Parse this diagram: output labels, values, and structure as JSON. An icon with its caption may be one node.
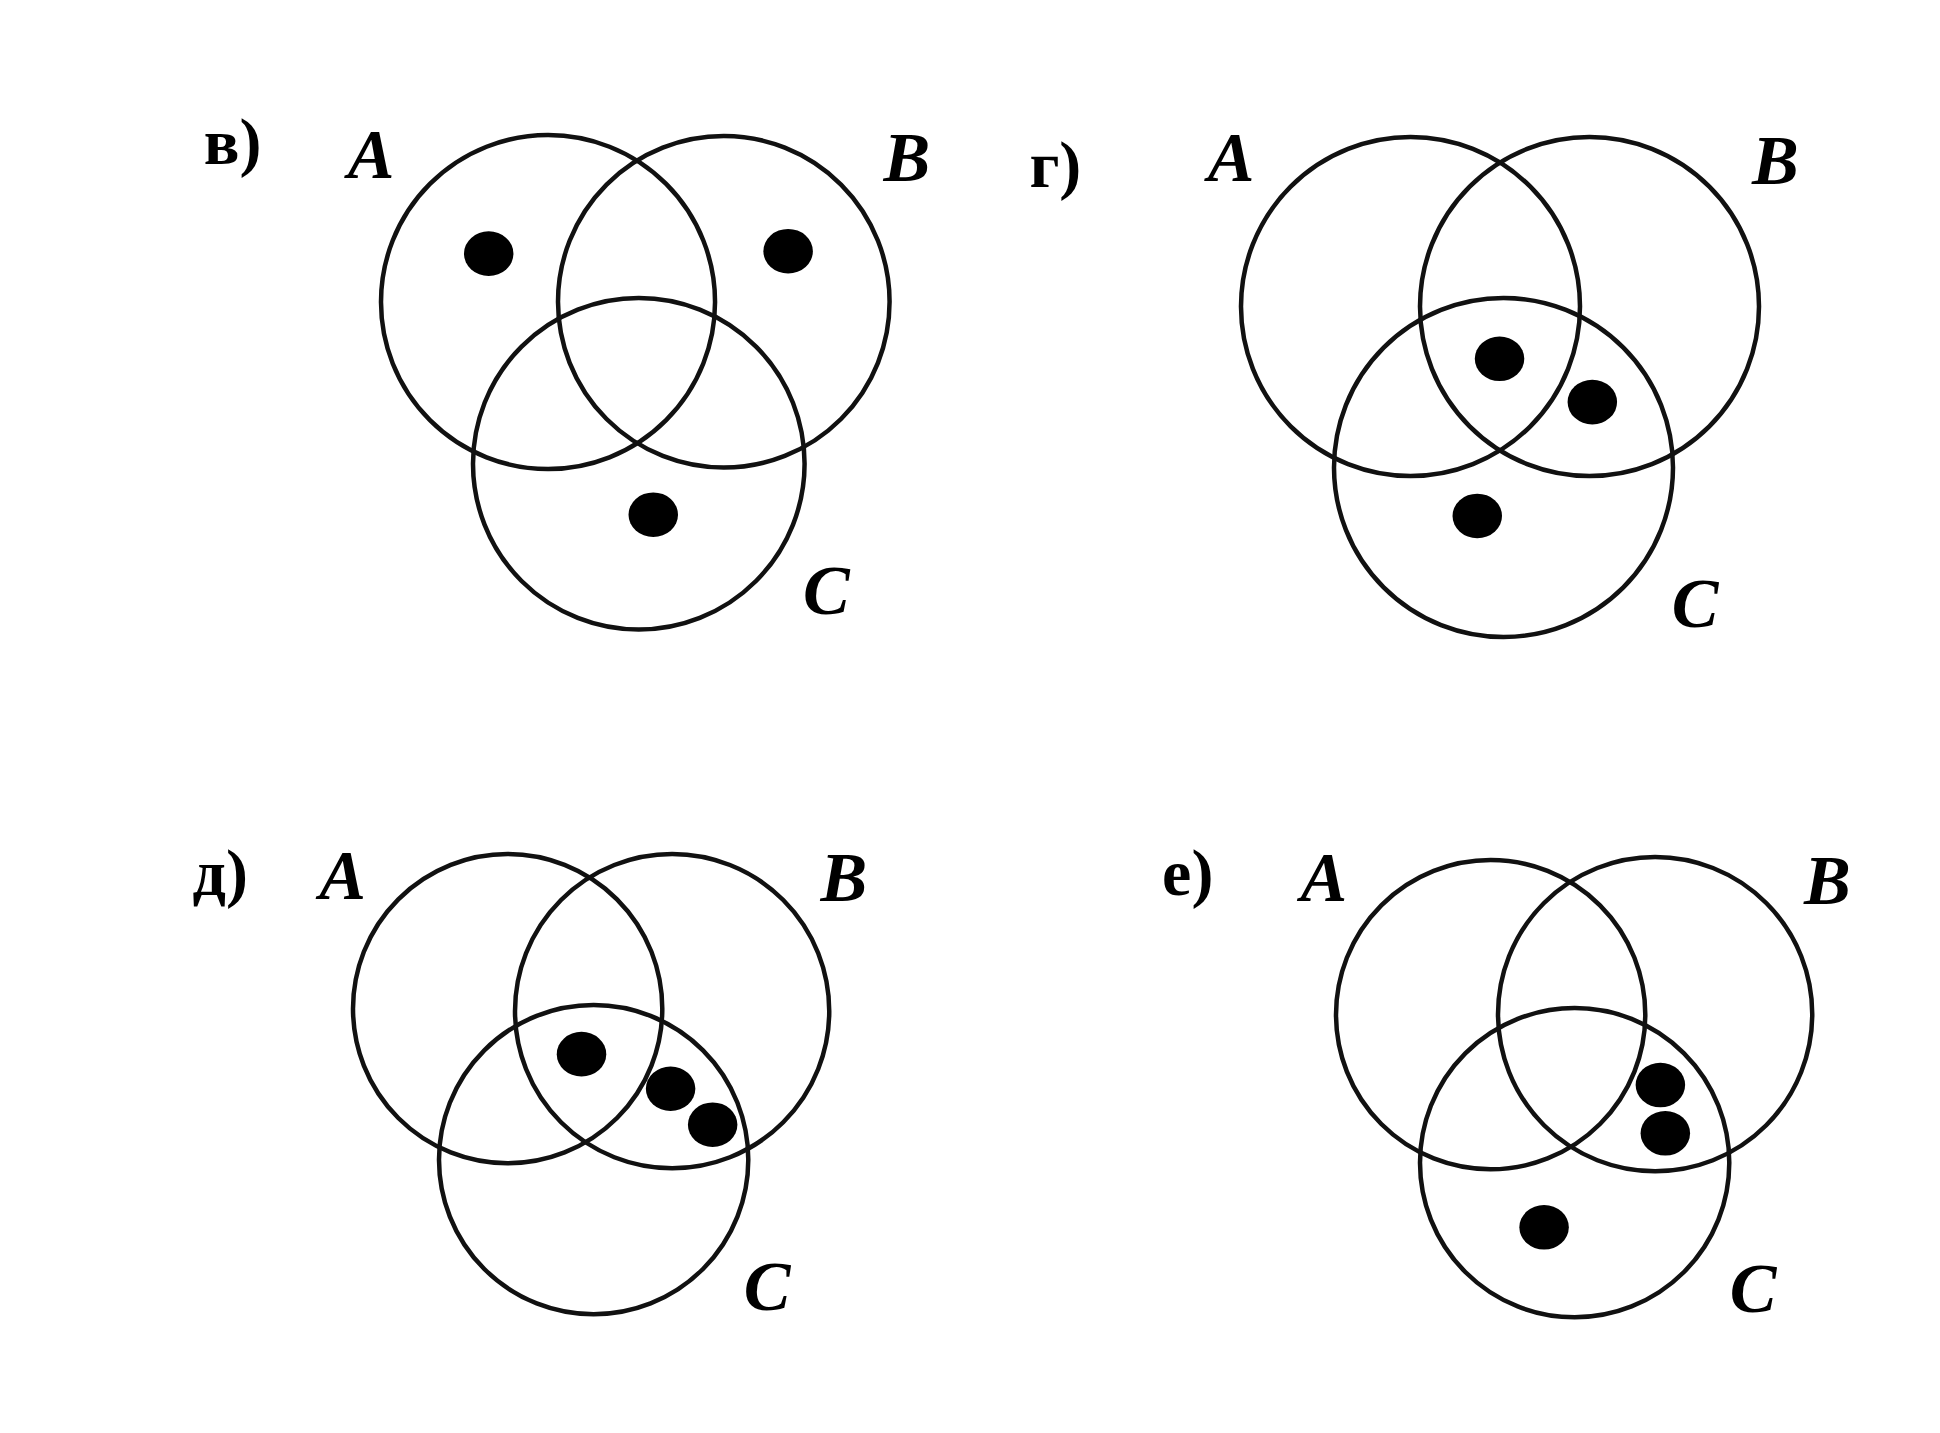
{
  "diagram": {
    "nodes": [
      {
        "text": [
          "A"
        ]
      },
      {
        "text": [
          "B"
        ]
      },
      {
        "text": [
          "C"
        ]
      },
      {
        "text": [
          "A"
        ]
      },
      {
        "text": [
          "B"
        ]
      },
      {
        "text": [
          "C"
        ]
      },
      {
        "text": [
          "A"
        ]
      },
      {
        "text": [
          "B"
        ]
      },
      {
        "text": [
          "C"
        ]
      },
      {
        "text": [
          "A"
        ]
      },
      {
        "text": [
          "B"
        ]
      },
      {
        "text": [
          "C"
        ]
      }
    ],
    "edges": [],
    "labels": [
      "в)",
      "г)",
      "д)",
      "е)"
    ]
  }
}
